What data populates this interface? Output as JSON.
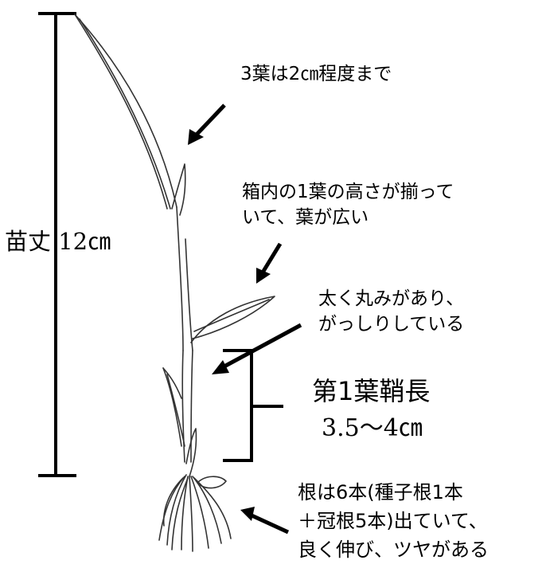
{
  "height_label": "苗丈 12㎝",
  "annotations": {
    "leaf3": "3葉は2㎝程度まで",
    "leaf1_line1": "箱内の1葉の高さが揃って",
    "leaf1_line2": "いて、葉が広い",
    "stem_line1": "太く丸みがあり、",
    "stem_line2": "がっしりしている",
    "sheath_title": "第1葉鞘長",
    "sheath_value": "3.5～4㎝",
    "root_line1": "根は6本(種子根1本",
    "root_line2": "＋冠根5本)出ていて、",
    "root_line3": "良く伸び、ツヤがある"
  },
  "colors": {
    "ink": "#000000",
    "background": "#ffffff",
    "plant_stroke": "#333333"
  }
}
